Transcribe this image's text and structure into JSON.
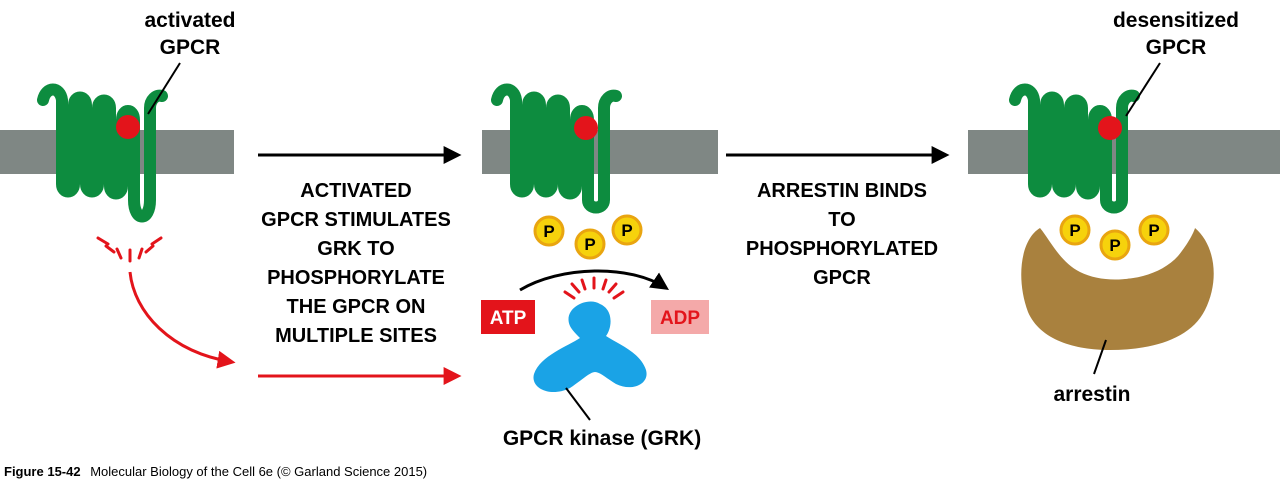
{
  "labels": {
    "activated_top": "activated",
    "activated_bottom": "GPCR",
    "desensitized_top": "desensitized",
    "desensitized_bottom": "GPCR",
    "step1": [
      "ACTIVATED",
      "GPCR STIMULATES",
      "GRK TO",
      "PHOSPHORYLATE",
      "THE GPCR ON",
      "MULTIPLE SITES"
    ],
    "step2": [
      "ARRESTIN BINDS",
      "TO",
      "PHOSPHORYLATED",
      "GPCR"
    ],
    "atp": "ATP",
    "adp": "ADP",
    "phosphate": "P",
    "grk": "GPCR kinase (GRK)",
    "arrestin": "arrestin"
  },
  "caption": {
    "figure": "Figure 15-42",
    "text": "Molecular Biology of the Cell 6e (© Garland Science 2015)"
  },
  "colors": {
    "membrane": "#7f8784",
    "receptor": "#0d8c3f",
    "ligand": "#e3141b",
    "phosphate_fill": "#f6d20c",
    "phosphate_ring": "#e9a510",
    "kinase": "#1aa3e6",
    "arrestin": "#a9813e",
    "atp_box": "#e3141b",
    "adp_box": "#f4a9a9",
    "arrow_black": "#000000",
    "arrow_red": "#e3141b"
  }
}
